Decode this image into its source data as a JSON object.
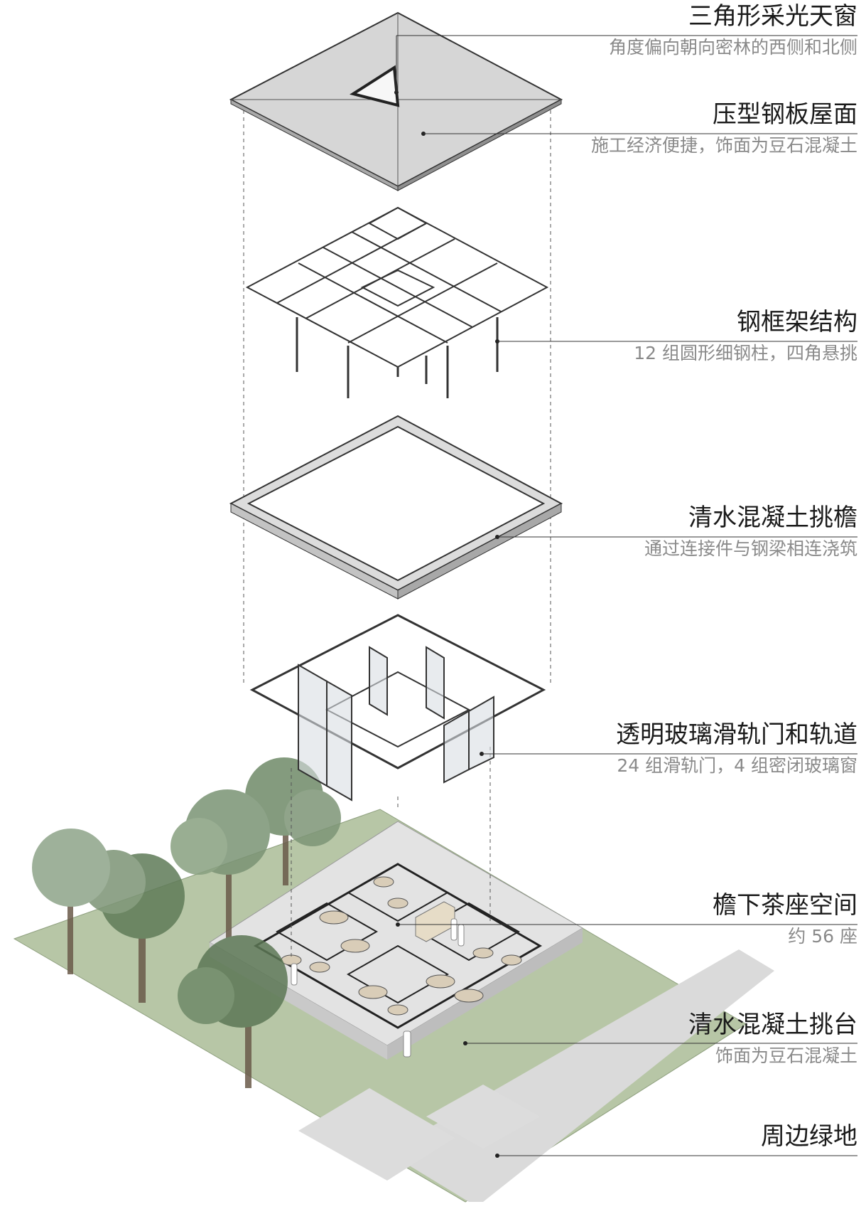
{
  "layers": [
    {
      "id": "skylight",
      "title": "三角形采光天窗",
      "subtitle": "角度偏向朝向密林的西侧和北侧"
    },
    {
      "id": "roof",
      "title": "压型钢板屋面",
      "subtitle": "施工经济便捷，饰面为豆石混凝土"
    },
    {
      "id": "frame",
      "title": "钢框架结构",
      "subtitle": "12 组圆形细钢柱，四角悬挑"
    },
    {
      "id": "eave",
      "title": "清水混凝土挑檐",
      "subtitle": "通过连接件与钢梁相连浇筑"
    },
    {
      "id": "glass",
      "title": "透明玻璃滑轨门和轨道",
      "subtitle": "24 组滑轨门，4 组密闭玻璃窗"
    },
    {
      "id": "seating",
      "title": "檐下茶座空间",
      "subtitle": "约 56 座"
    },
    {
      "id": "platform",
      "title": "清水混凝土挑台",
      "subtitle": "饰面为豆石混凝土"
    },
    {
      "id": "green",
      "title": "周边绿地",
      "subtitle": ""
    }
  ],
  "colors": {
    "roof": "#d6d6d6",
    "line": "#333333",
    "green": "#b4c4a4",
    "paving": "#d9d9d9",
    "tree": "#6f8a68"
  }
}
